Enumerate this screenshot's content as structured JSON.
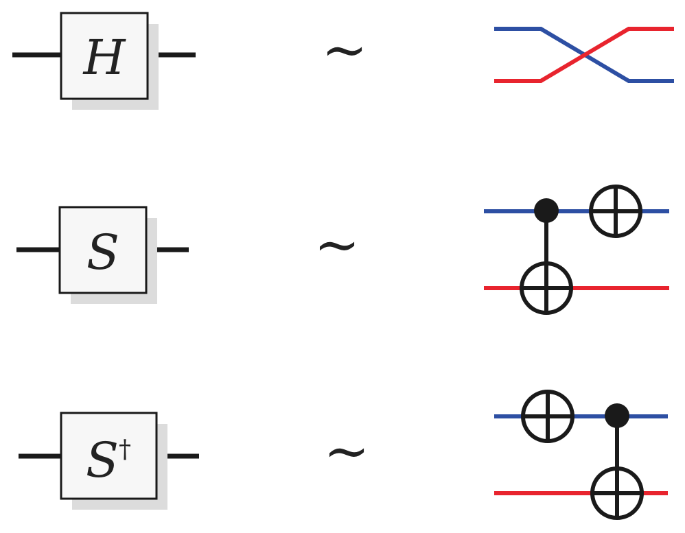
{
  "colors": {
    "wire": "#1a1a1a",
    "box_fill": "#f7f7f7",
    "box_shadow": "#dcdcdc",
    "top_qubit": "#2d4fa3",
    "bottom_qubit": "#e8242e"
  },
  "rows": [
    {
      "gate": {
        "symbol": "H",
        "superscript": ""
      },
      "relation": "∼",
      "equivalent": "qubit-swap"
    },
    {
      "gate": {
        "symbol": "S",
        "superscript": ""
      },
      "relation": "∼",
      "equivalent": "cnot-top-control-then-x-top"
    },
    {
      "gate": {
        "symbol": "S",
        "superscript": "†"
      },
      "relation": "∼",
      "equivalent": "x-top-then-cnot-top-control"
    }
  ]
}
